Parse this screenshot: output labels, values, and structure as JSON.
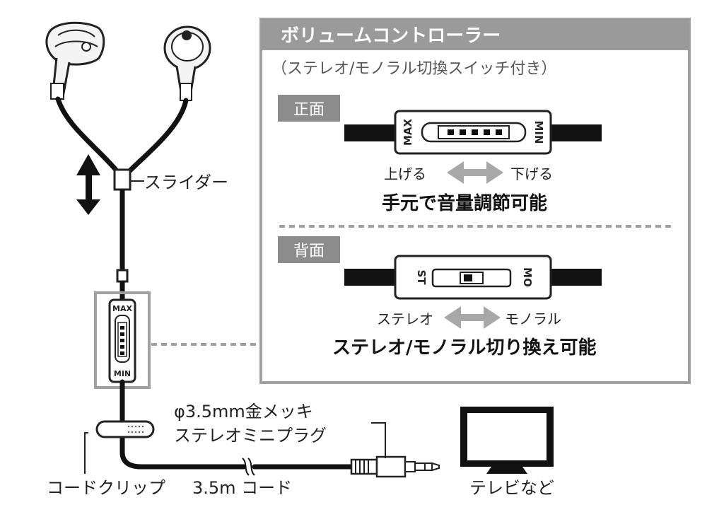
{
  "panel": {
    "header": "ボリュームコントローラー",
    "subtitle": "（ステレオ/モノラル切換スイッチ付き）",
    "front": {
      "tag": "正面",
      "max_label": "MAX",
      "min_label": "MIN",
      "up_label": "上げる",
      "down_label": "下げる",
      "caption": "手元で音量調節可能"
    },
    "back": {
      "tag": "背面",
      "st_label": "ST",
      "mo_label": "MO",
      "stereo_label": "ステレオ",
      "mono_label": "モノラル",
      "caption": "ステレオ/モノラル切り換え可能"
    }
  },
  "labels": {
    "slider": "スライダー",
    "controller_max": "MAX",
    "controller_min": "MIN",
    "plug_line1": "φ3.5mm金メッキ",
    "plug_line2": "ステレオミニプラグ",
    "cord_clip": "コードクリップ",
    "cord": "3.5m コード",
    "tv": "テレビなど"
  },
  "colors": {
    "header_bg": "#9a9a9a",
    "tag_bg": "#8c8c8c",
    "panel_border": "#a0a0a0",
    "arrow_gray": "#a8a8a8",
    "cable": "#111111"
  }
}
